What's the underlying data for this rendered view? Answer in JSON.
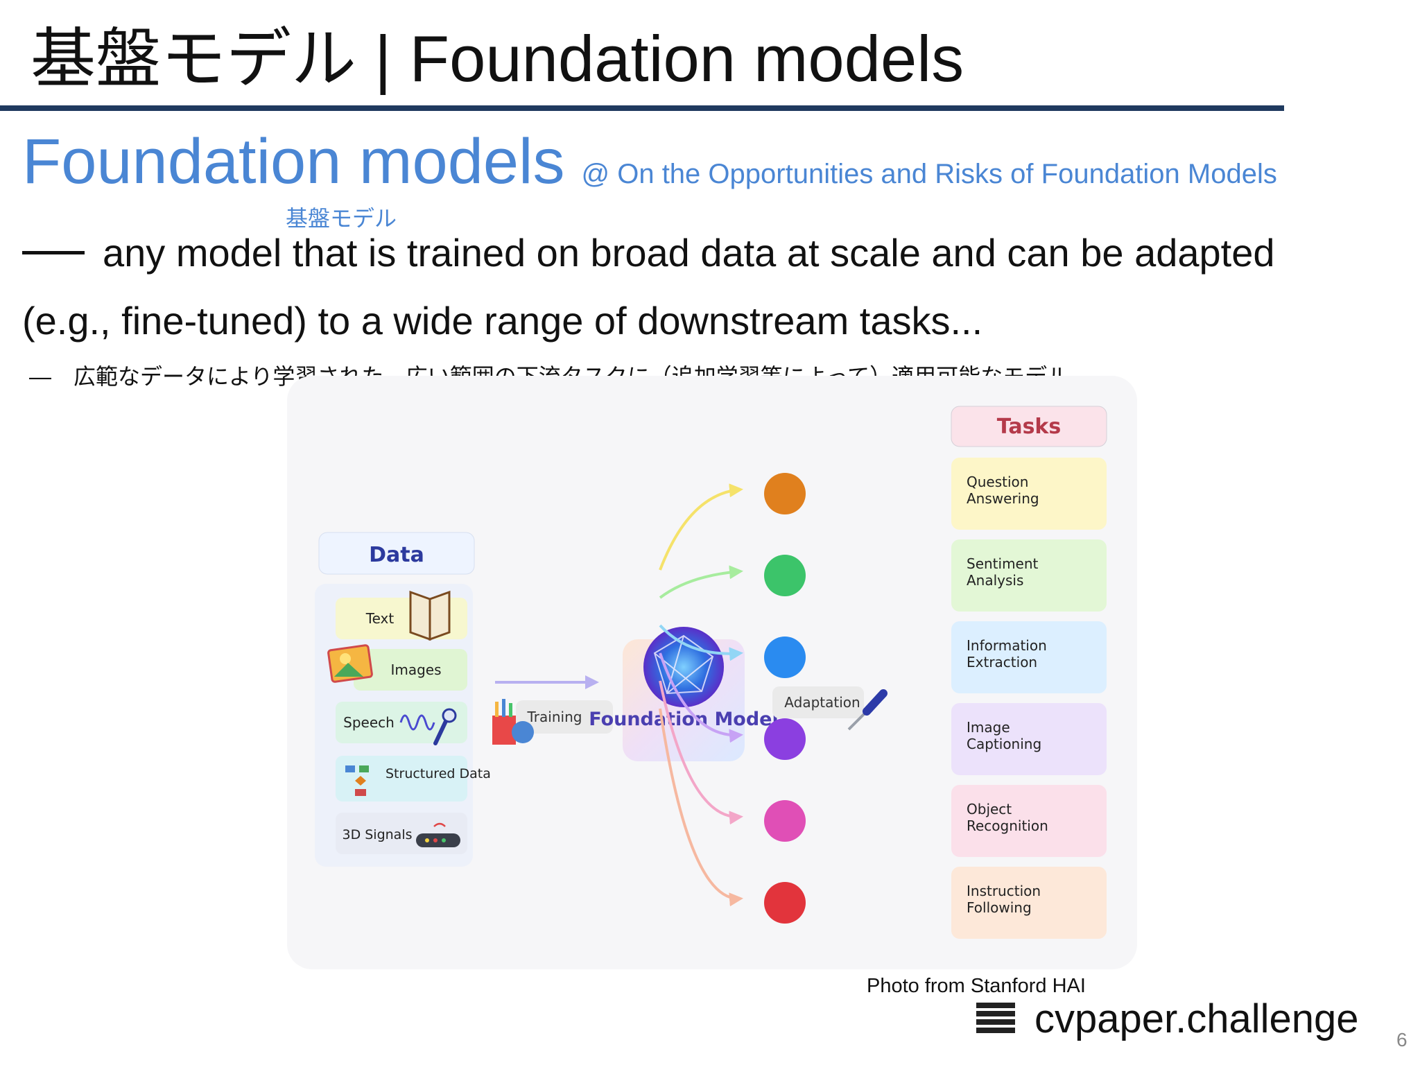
{
  "slide": {
    "title": "基盤モデル | Foundation models",
    "heading": "Foundation models",
    "heading_ref": "@ On the Opportunities and Risks of Foundation Models",
    "ruby": "基盤モデル",
    "definition_line1": "any model that is trained on broad data at scale and can be adapted",
    "definition_line2": "(e.g., fine-tuned) to a wide range of downstream tasks...",
    "definition_jp": "―　広範なデータにより学習された，広い範囲の下流タスクに（追加学習等によって）適用可能なモデル",
    "photo_credit": "Photo from Stanford HAI",
    "brand": "cvpaper.challenge",
    "page_number": "6"
  },
  "diagram": {
    "data_header": "Data",
    "data_items": [
      "Text",
      "Images",
      "Speech",
      "Structured Data",
      "3D Signals"
    ],
    "training_label": "Training",
    "model_label": "Foundation Model",
    "adaptation_label": "Adaptation",
    "tasks_header": "Tasks",
    "tasks": [
      {
        "label": "Question Answering",
        "color": "#fdf6c8"
      },
      {
        "label": "Sentiment Analysis",
        "color": "#e3f7d6"
      },
      {
        "label": "Information Extraction",
        "color": "#dcefff"
      },
      {
        "label": "Image Captioning",
        "color": "#ece2fb"
      },
      {
        "label": "Object Recognition",
        "color": "#fbe0ea"
      },
      {
        "label": "Instruction Following",
        "color": "#fde8d9"
      }
    ],
    "arrow_colors": [
      "#f5e26a",
      "#a7ec9e",
      "#92d6f5",
      "#c7a2f5",
      "#f3a6c8",
      "#f6b8a0"
    ],
    "orb_colors": [
      "#e0801e",
      "#3cc46a",
      "#2a8bf0",
      "#8b3fe0",
      "#e04fb6",
      "#e2343c"
    ],
    "accent_blue": "#2c3a9e"
  },
  "colors": {
    "title_rule": "#1f3a5f",
    "heading_blue": "#4a86d4"
  }
}
